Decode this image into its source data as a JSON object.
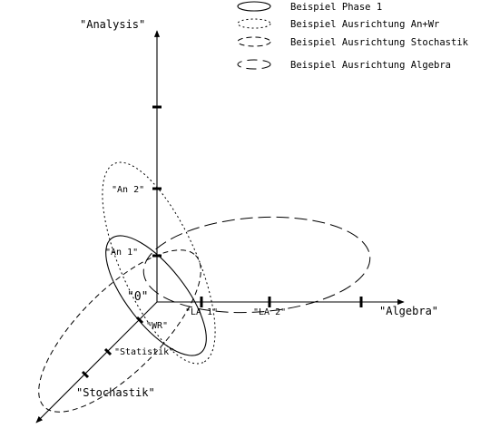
{
  "axes": {
    "analysis": "\"Analysis\"",
    "algebra": "\"Algebra\"",
    "stochastik": "\"Stochastik\"",
    "origin": "\"0\""
  },
  "points": {
    "an2": "\"An 2\"",
    "an1": "\"An 1\"",
    "la1": "\"LA 1\"",
    "la2": "\"LA 2\"",
    "wr": "\"WR\"",
    "statistik": "\"Statistik\""
  },
  "legend": [
    {
      "label": "Beispiel Phase 1",
      "style": "solid"
    },
    {
      "label": "Beispiel Ausrichtung An+Wr",
      "style": "dotted"
    },
    {
      "label": "Beispiel Ausrichtung Stochastik",
      "style": "short-dash"
    },
    {
      "label": "Beispiel Ausrichtung Algebra",
      "style": "long-dash"
    }
  ],
  "colors": {
    "ink": "#000000",
    "background": "#ffffff"
  }
}
